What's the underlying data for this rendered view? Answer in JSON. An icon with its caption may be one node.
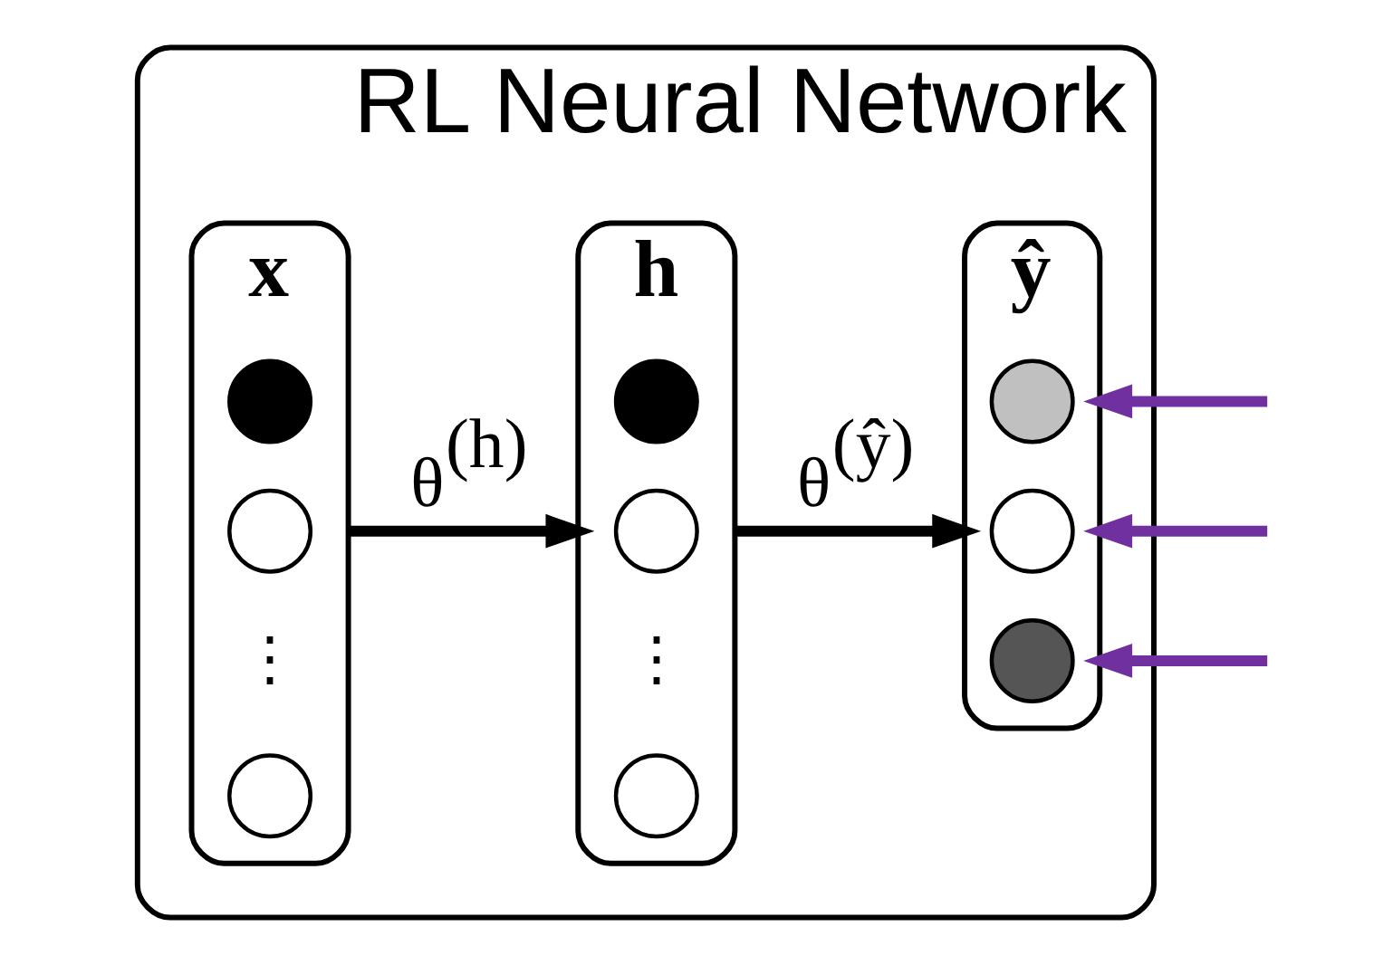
{
  "diagram": {
    "nodes": [
      {
        "text": [
          "RL Neural Network"
        ]
      },
      {
        "text": [
          "x"
        ],
        "in": 0
      },
      {
        "text": [],
        "shape": "circle",
        "in": 1
      },
      {
        "text": [],
        "shape": "circle",
        "in": 1
      },
      {
        "text": [],
        "shape": "circle",
        "in": 1
      },
      {
        "text": [
          "h"
        ],
        "in": 0
      },
      {
        "text": [],
        "shape": "circle",
        "in": 5
      },
      {
        "text": [],
        "shape": "circle",
        "in": 5
      },
      {
        "text": [],
        "shape": "circle",
        "in": 5
      },
      {
        "text": [
          "ŷ"
        ],
        "in": 0
      },
      {
        "text": [],
        "shape": "circle",
        "in": 9
      },
      {
        "text": [],
        "shape": "circle",
        "in": 9
      },
      {
        "text": [],
        "shape": "circle",
        "in": 9
      }
    ],
    "edges": [
      {
        "from": 1,
        "to": 5,
        "arrow": "to",
        "label": "θ$^{(h)}$",
        "color": "#000000"
      },
      {
        "from": 5,
        "to": 9,
        "arrow": "to",
        "label": "θ$^{(ŷ)}$",
        "color": "#000000"
      },
      {
        "from": null,
        "to": 9,
        "arrow": "to",
        "color": "#7030a0"
      },
      {
        "from": null,
        "to": 9,
        "arrow": "to",
        "color": "#7030a0"
      },
      {
        "from": null,
        "to": 9,
        "arrow": "to",
        "color": "#7030a0"
      }
    ],
    "labels": [
      "⋮",
      "⋮"
    ]
  }
}
